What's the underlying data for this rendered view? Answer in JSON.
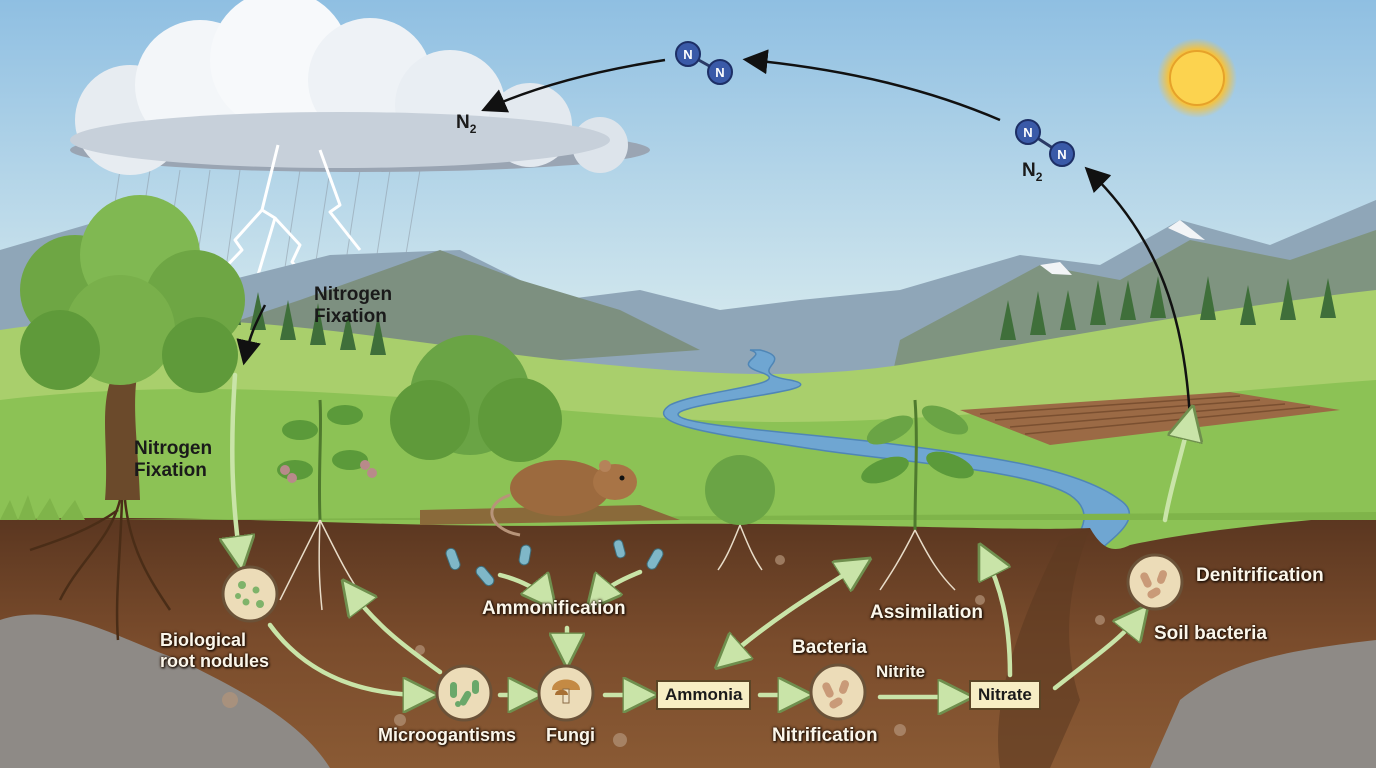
{
  "title": "",
  "colors": {
    "sky_top": "#9cc6e4",
    "sky_bottom": "#e6f1ea",
    "grass": "#8ec45a",
    "soil": "#6e4428",
    "arrow_green": "#c9e4a8",
    "arrow_black": "#111111",
    "n_atom": "#3a5aa8",
    "box_fill": "#f6edc4"
  },
  "labels": {
    "n2_cloud": "N",
    "n2_right": "N",
    "n2_subscript": "2",
    "n_atom": "N",
    "nitrogen_fixation_upper": "Nitrogen\nFixation",
    "nitrogen_fixation_left": "Nitrogen\nFixation",
    "biological_root_nodules": "Biological\nroot nodules",
    "ammonification": "Ammonification",
    "microorganisms": "Microogantisms",
    "fungi": "Fungi",
    "ammonia": "Ammonia",
    "bacteria": "Bacteria",
    "nitrite": "Nitrite",
    "nitrate": "Nitrate",
    "nitrification": "Nitrification",
    "assimilation": "Assimilation",
    "denitrification": "Denitrification",
    "soil_bacteria": "Soil bacteria"
  },
  "icons": [
    "storm-cloud-icon",
    "lightning-icon",
    "sun-icon",
    "n2-molecule-icon",
    "tree-icon",
    "legume-plant-icon",
    "vole-icon",
    "seedling-icon",
    "microorganism-circle-icon",
    "mushroom-circle-icon",
    "bacteria-circle-icon",
    "river-icon",
    "mountain-icon"
  ]
}
